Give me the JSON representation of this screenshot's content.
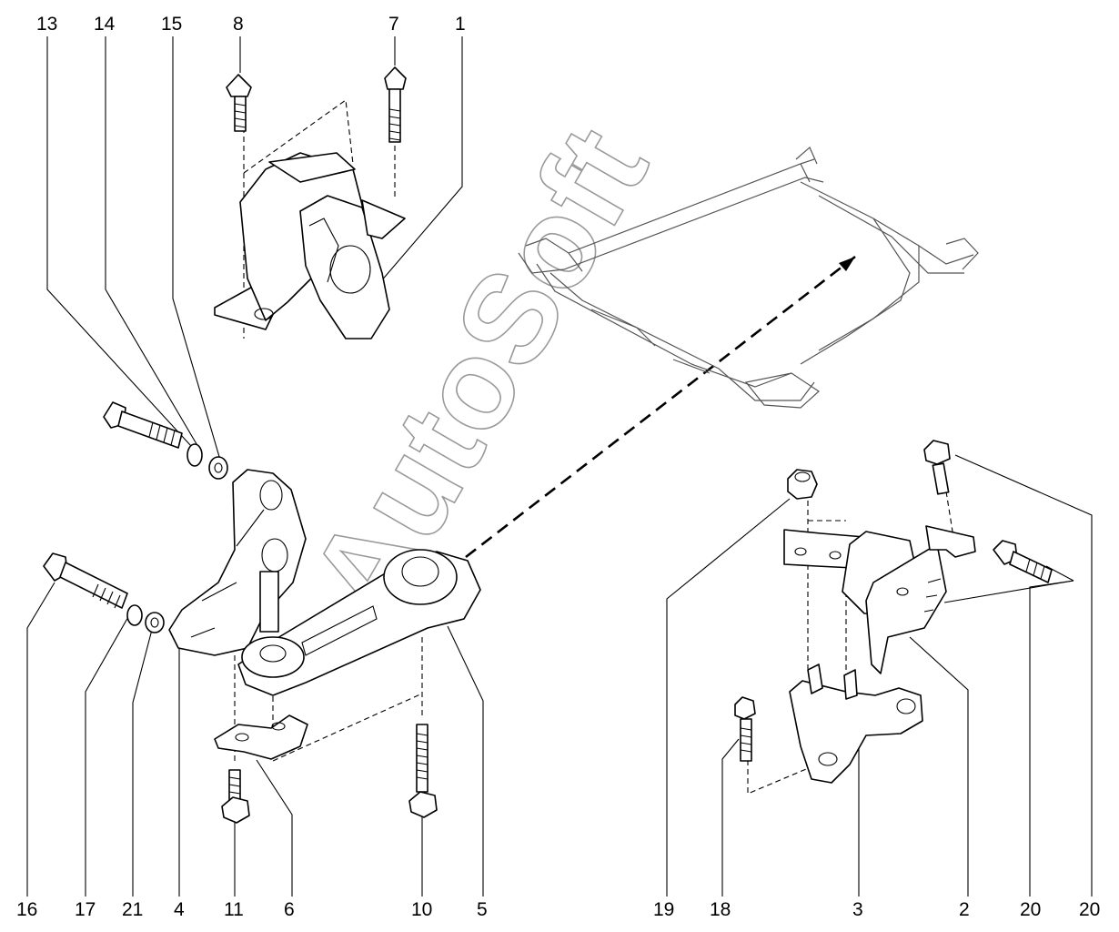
{
  "watermark": "AutoSoft",
  "callouts": {
    "top": [
      "13",
      "14",
      "15",
      "8",
      "7",
      "1"
    ],
    "bottom": [
      "16",
      "17",
      "21",
      "4",
      "11",
      "6",
      "10",
      "5",
      "19",
      "18",
      "3",
      "2",
      "20",
      "20"
    ]
  }
}
